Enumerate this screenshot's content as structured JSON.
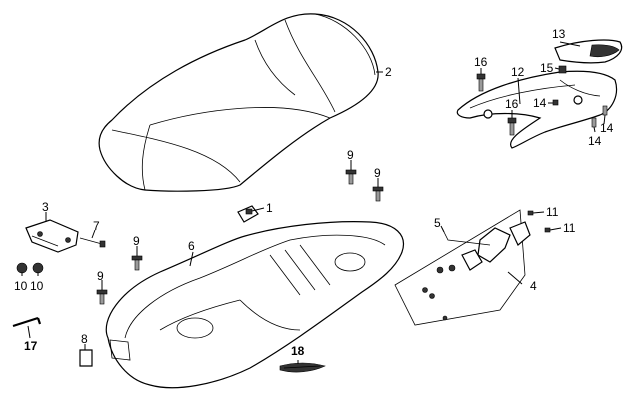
{
  "callouts": {
    "c1": "1",
    "c2": "2",
    "c3": "3",
    "c4": "4",
    "c5": "5",
    "c6": "6",
    "c7": "7",
    "c8": "8",
    "c9a": "9",
    "c9b": "9",
    "c9c": "9",
    "c9d": "9",
    "c10a": "10",
    "c10b": "10",
    "c11a": "11",
    "c11b": "11",
    "c12": "12",
    "c13": "13",
    "c14a": "14",
    "c14b": "14",
    "c14c": "14",
    "c15": "15",
    "c16a": "16",
    "c16b": "16",
    "c17": "17",
    "c18": "18"
  },
  "colors": {
    "line": "#000000",
    "fill": "#ffffff",
    "shade": "#9a9a9a"
  }
}
